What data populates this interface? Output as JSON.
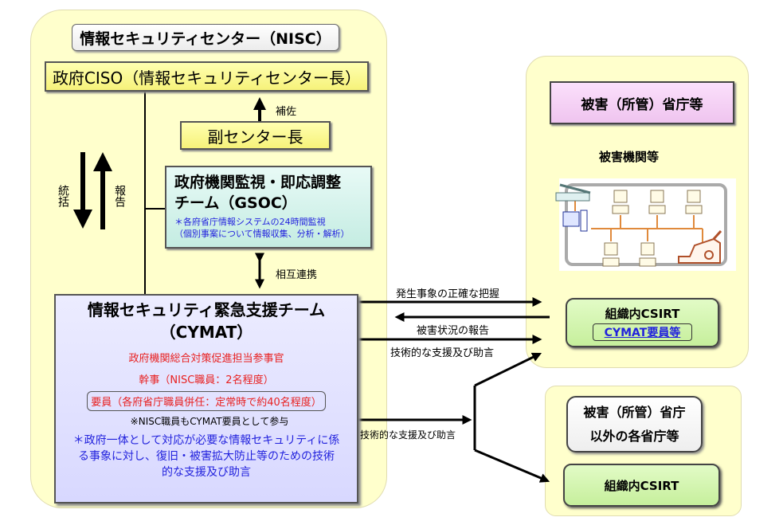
{
  "nisc": {
    "title": "情報セキュリティセンター（NISC）",
    "ciso": "政府CISO（情報セキュリティセンター長）",
    "deputy": "副センター長",
    "assist_label": "補佐",
    "oversee_label": "統括",
    "report_label": "報告",
    "gsoc": {
      "title_line1": "政府機関監視・即応調整",
      "title_line2": "チーム（GSOC）",
      "note_line1": "＊各府省庁情報システムの24時間監視",
      "note_line2": "（個別事案について情報収集、分析・解析）"
    },
    "mutual_label": "相互連携",
    "cymat": {
      "title_line1": "情報セキュリティ緊急支援チーム",
      "title_line2": "（CYMAT）",
      "counselor": "政府機関総合対策促進担当参事官",
      "secretary": "幹事（NISC職員：2名程度）",
      "members": "要員（各府省庁職員併任：定常時で約40名程度）",
      "nisc_note": "※NISC職員もCYMAT要員として参与",
      "purpose_line1": "＊政府一体として対応が必要な情報セキュリティに係",
      "purpose_line2": "る事象に対し、復旧・被害拡大防止等のための技術",
      "purpose_line3": "的な支援及び助言"
    }
  },
  "flows": {
    "grasp": "発生事象の正確な把握",
    "damage_report": "被害状況の報告",
    "support1": "技術的な支援及び助言",
    "support2": "技術的な支援及び助言"
  },
  "victim": {
    "ministry": "被害（所管）省庁等",
    "org_label": "被害機関等",
    "csirt": "組織内CSIRT",
    "cymat_members": "CYMAT要員等"
  },
  "other": {
    "line1": "被害（所管）省庁",
    "line2": "以外の各省庁等",
    "csirt": "組織内CSIRT"
  }
}
